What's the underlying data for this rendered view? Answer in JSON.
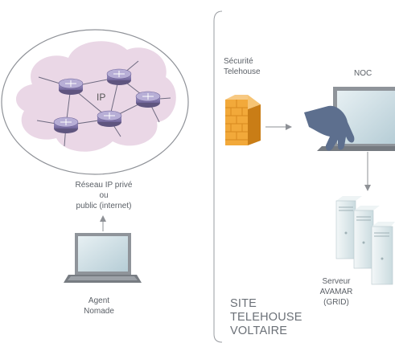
{
  "labels": {
    "ip": "IP",
    "reseau_line1": "Réseau IP privé",
    "reseau_line2": "ou",
    "reseau_line3": "public (internet)",
    "agent_line1": "Agent",
    "agent_line2": "Nomade",
    "securite_line1": "Sécurité",
    "securite_line2": "Telehouse",
    "noc": "NOC",
    "serveur_line1": "Serveur",
    "serveur_line2": "AVAMAR",
    "serveur_line3": "(GRID)",
    "site_line1": "SITE",
    "site_line2": "TELEHOUSE",
    "site_line3": "VOLTAIRE"
  },
  "colors": {
    "cloud": "#ead7e6",
    "router": "#8e82b6",
    "firewall": "#f2a93a",
    "screen": "#c8dbe2",
    "server": "#dde8ea",
    "hand": "#5d6f8e",
    "line": "#8e9196"
  }
}
